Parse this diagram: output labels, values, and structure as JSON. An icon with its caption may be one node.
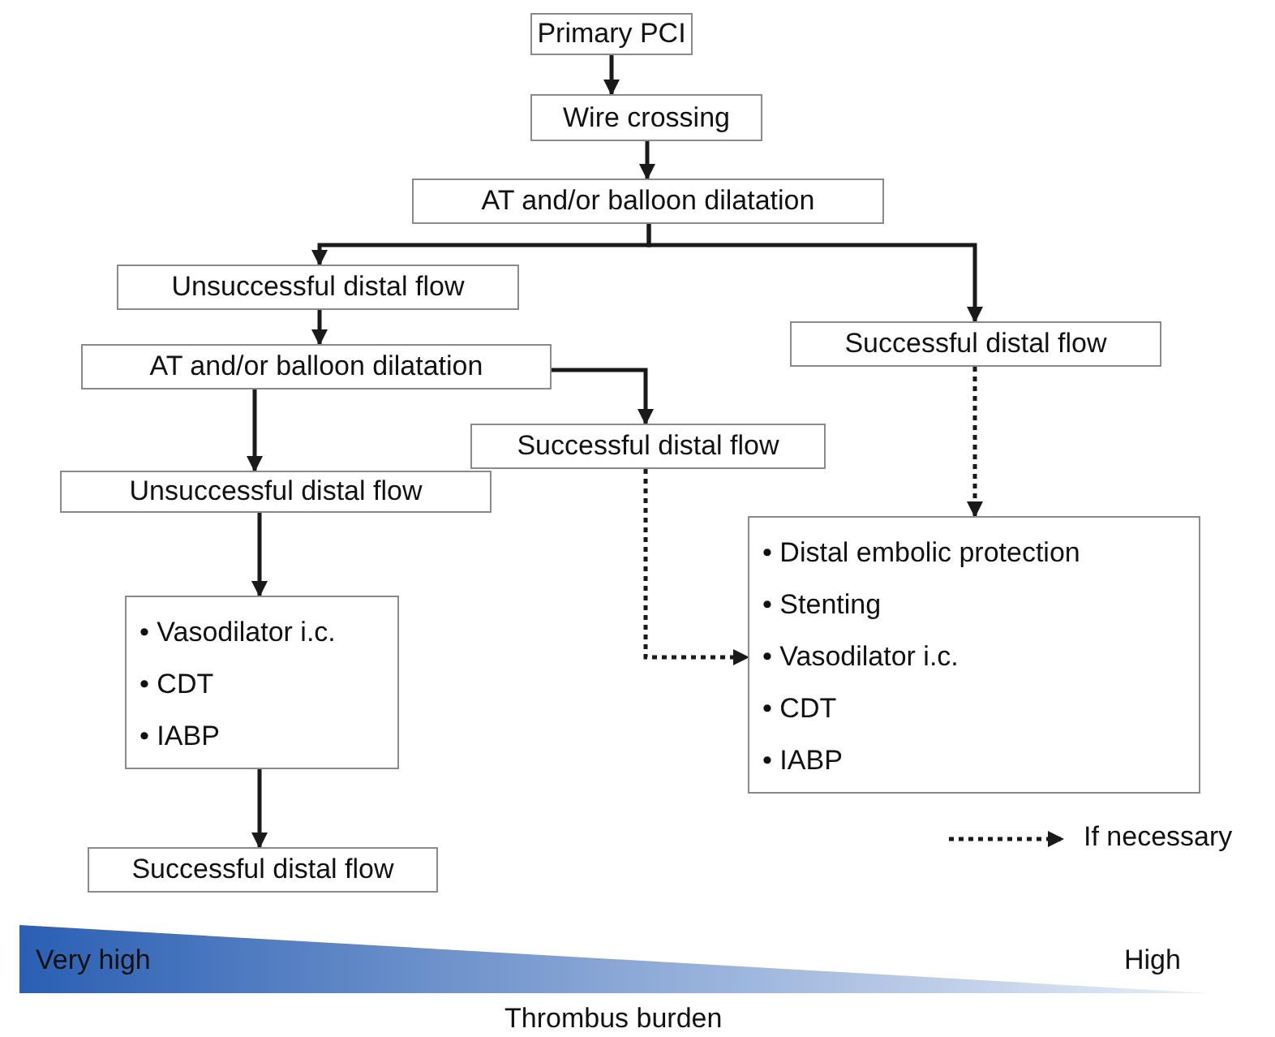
{
  "diagram": {
    "nodes": [
      {
        "text": [
          "Primary PCI"
        ]
      },
      {
        "text": [
          "Wire crossing"
        ]
      },
      {
        "text": [
          "AT and/or balloon dilatation"
        ]
      },
      {
        "text": [
          "Unsuccessful distal flow"
        ]
      },
      {
        "text": [
          "Successful distal flow"
        ]
      },
      {
        "text": [
          "AT and/or balloon dilatation"
        ]
      },
      {
        "text": [
          "Successful distal flow"
        ]
      },
      {
        "text": [
          "Unsuccessful distal flow"
        ]
      },
      {
        "text": [
          "• Vasodilator i.c.",
          "• CDT",
          "• IABP"
        ]
      },
      {
        "text": [
          "• Distal embolic protection",
          "• Stenting",
          "• Vasodilator i.c.",
          "• CDT",
          "• IABP"
        ]
      },
      {
        "text": [
          "Successful distal flow"
        ]
      }
    ],
    "edges": [
      {
        "from": 0,
        "to": 1,
        "arrow": "to"
      },
      {
        "from": 1,
        "to": 2,
        "arrow": "to"
      },
      {
        "from": 2,
        "to": 3,
        "arrow": "to"
      },
      {
        "from": 2,
        "to": 4,
        "arrow": "to"
      },
      {
        "from": 3,
        "to": 5,
        "arrow": "to"
      },
      {
        "from": 5,
        "to": 6,
        "arrow": "to"
      },
      {
        "from": 5,
        "to": 7,
        "arrow": "to"
      },
      {
        "from": 7,
        "to": 8,
        "arrow": "to"
      },
      {
        "from": 8,
        "to": 10,
        "arrow": "to"
      },
      {
        "from": 6,
        "to": 9,
        "arrow": "to",
        "style": "dashed"
      },
      {
        "from": 4,
        "to": 9,
        "arrow": "to",
        "style": "dashed"
      }
    ],
    "labels": [
      "Very high",
      "High",
      "Thrombus burden"
    ],
    "legend": [
      {
        "text": "If necessary"
      }
    ]
  }
}
